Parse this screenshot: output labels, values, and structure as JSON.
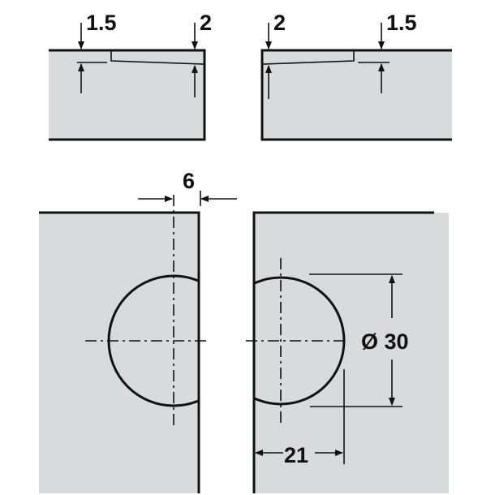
{
  "colors": {
    "panel": "#d9dadc",
    "line": "#111111",
    "hole": "#ffffff"
  },
  "top_left": {
    "edge_label": "1.5",
    "slot_label": "2"
  },
  "top_right": {
    "slot_label": "2",
    "edge_label": "1.5"
  },
  "front": {
    "gap_label": "6",
    "diameter_label": "Ø 30",
    "distance_label": "21"
  }
}
